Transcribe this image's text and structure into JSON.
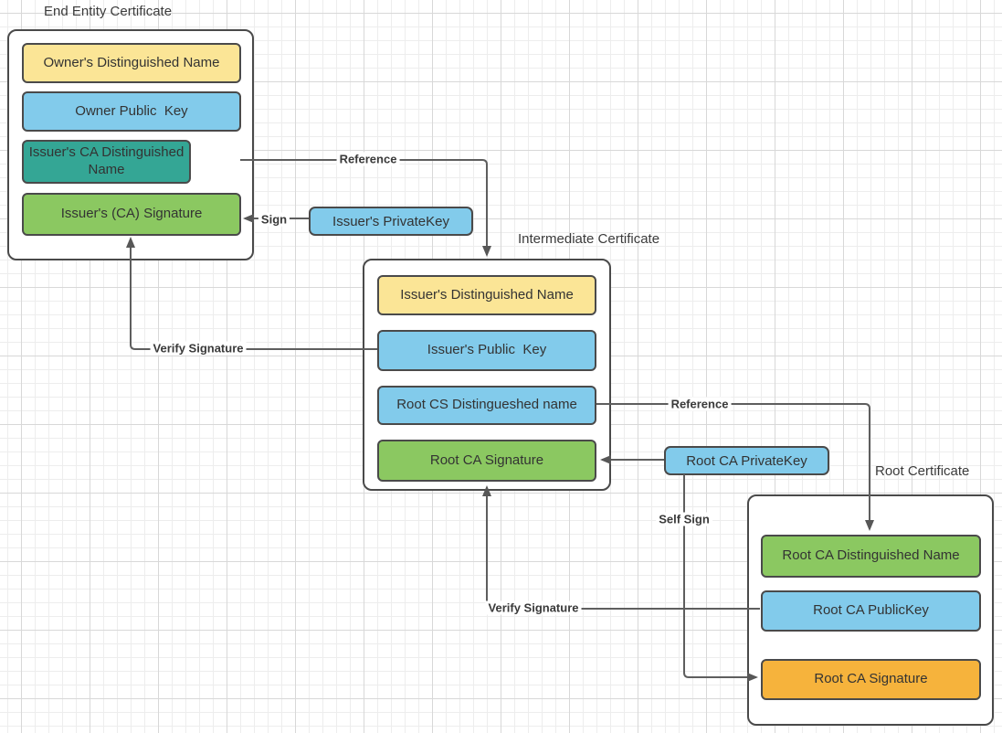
{
  "diagram": {
    "certificates": [
      {
        "title": "End Entity Certificate",
        "fields": [
          {
            "label": "Owner's Distinguished Name",
            "color": "yellow"
          },
          {
            "label": "Owner Public  Key",
            "color": "blue"
          },
          {
            "label": "Issuer's CA Distinguished Name",
            "color": "teal"
          },
          {
            "label": "Issuer's (CA) Signature",
            "color": "green"
          }
        ]
      },
      {
        "title": "Intermediate Certificate",
        "fields": [
          {
            "label": "Issuer's Distinguished Name",
            "color": "yellow"
          },
          {
            "label": "Issuer's Public  Key",
            "color": "blue"
          },
          {
            "label": "Root CS Distingueshed name",
            "color": "blue"
          },
          {
            "label": "Root CA Signature",
            "color": "green"
          }
        ]
      },
      {
        "title": "Root Certificate",
        "fields": [
          {
            "label": "Root CA Distinguished Name",
            "color": "green"
          },
          {
            "label": "Root CA PublicKey",
            "color": "blue"
          },
          {
            "label": "Root CA Signature",
            "color": "orange"
          }
        ]
      }
    ],
    "keys": [
      {
        "label": "Issuer's PrivateKey",
        "color": "blue"
      },
      {
        "label": "Root CA PrivateKey",
        "color": "blue"
      }
    ],
    "edges": [
      {
        "id": "reference-entity-to-intermediate",
        "label": "Reference"
      },
      {
        "id": "sign-entity",
        "label": "Sign"
      },
      {
        "id": "verify-entity-signature",
        "label": "Verify Signature"
      },
      {
        "id": "reference-intermediate-to-root",
        "label": "Reference"
      },
      {
        "id": "self-sign-root",
        "label": "Self Sign"
      },
      {
        "id": "verify-intermediate-signature",
        "label": "Verify Signature"
      }
    ],
    "colors": {
      "yellow": "#fbe596",
      "blue": "#82cbeb",
      "teal": "#34a695",
      "green": "#8bc861",
      "orange": "#f6b33c",
      "box_border": "#4a4a4a",
      "line": "#5e5e5e",
      "text": "#333333"
    }
  }
}
